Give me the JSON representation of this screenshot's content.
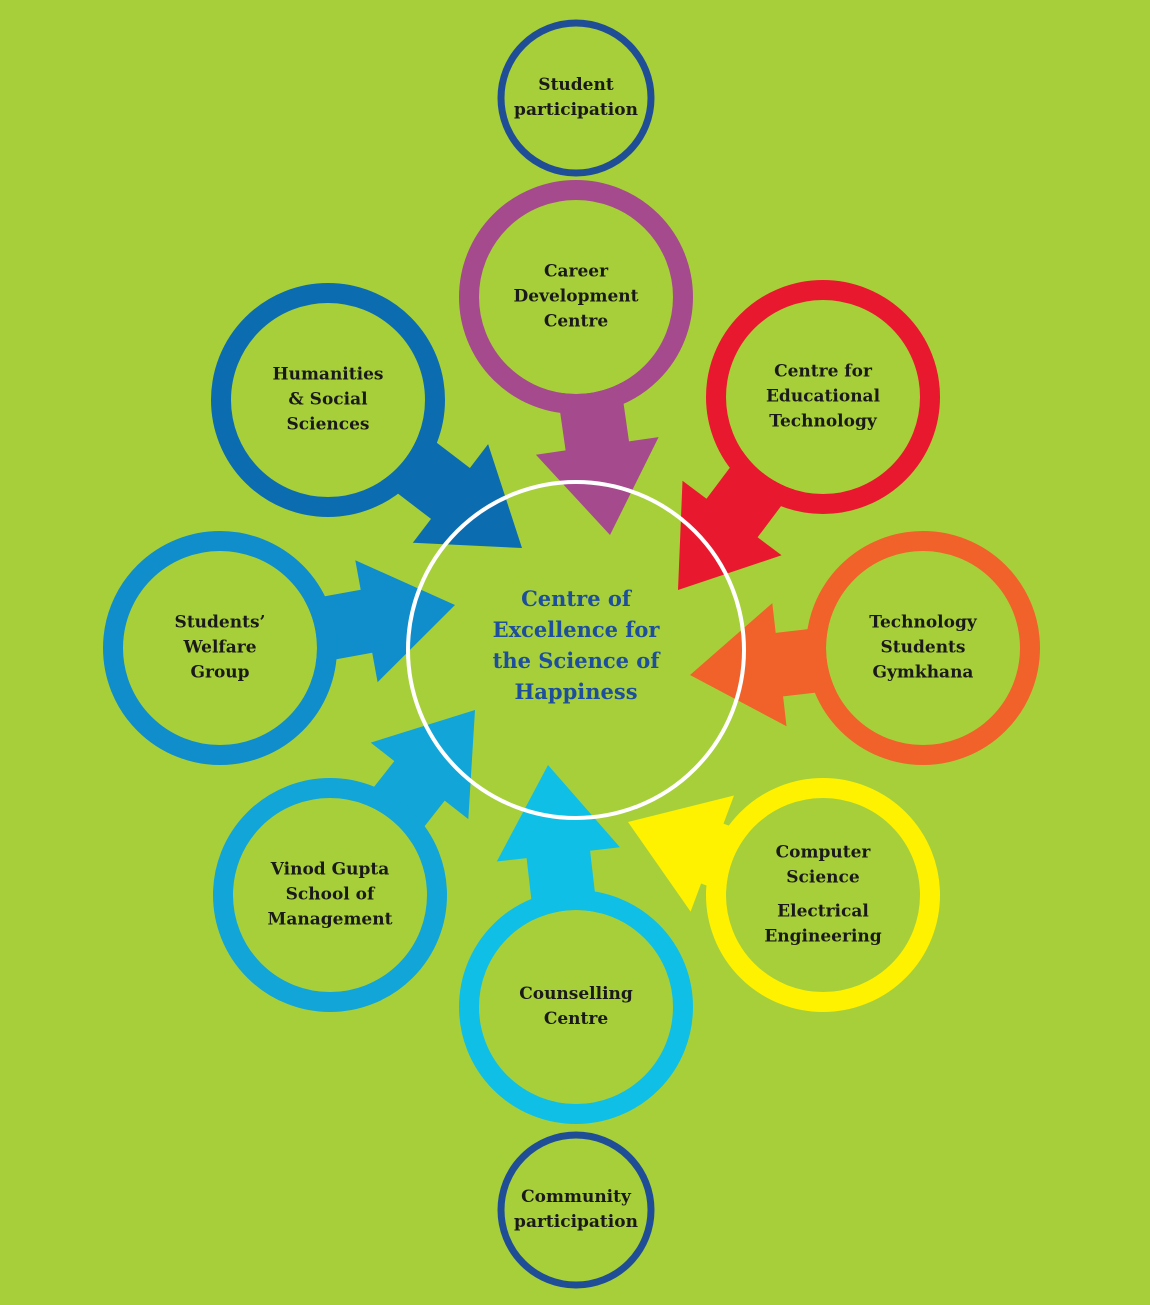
{
  "colors": {
    "background": "#a7cf3a",
    "center_ring": "#ffffff",
    "center_text": "#1d4f9c",
    "node_text": "#1a1a1a"
  },
  "center": {
    "lines": [
      "Centre of",
      "Excellence for",
      "the Science of",
      "Happiness"
    ]
  },
  "nodes": [
    {
      "id": "student-participation",
      "lines": [
        "Student",
        "participation"
      ],
      "color": "#1f4e96",
      "arrow": false
    },
    {
      "id": "career-development-centre",
      "lines": [
        "Career",
        "Development",
        "Centre"
      ],
      "color": "#a54a8c",
      "arrow": true
    },
    {
      "id": "centre-for-educational-technology",
      "lines": [
        "Centre for",
        "Educational",
        "Technology"
      ],
      "color": "#e8192e",
      "arrow": true
    },
    {
      "id": "technology-students-gymkhana",
      "lines": [
        "Technology",
        "Students",
        "Gymkhana"
      ],
      "color": "#f0622a",
      "arrow": true
    },
    {
      "id": "computer-science-electrical-engineering",
      "lines": [
        "Computer",
        "Science",
        "",
        "Electrical",
        "Engineering"
      ],
      "color": "#fff200",
      "arrow": true
    },
    {
      "id": "counselling-centre",
      "lines": [
        "Counselling",
        "Centre"
      ],
      "color": "#10bfe6",
      "arrow": true
    },
    {
      "id": "vinod-gupta-school-of-management",
      "lines": [
        "Vinod Gupta",
        "School of",
        "Management"
      ],
      "color": "#12a5d7",
      "arrow": true
    },
    {
      "id": "students-welfare-group",
      "lines": [
        "Students’",
        "Welfare",
        "Group"
      ],
      "color": "#0f8ecb",
      "arrow": true
    },
    {
      "id": "humanities-social-sciences",
      "lines": [
        "Humanities",
        "& Social",
        "Sciences"
      ],
      "color": "#0b6db0",
      "arrow": true
    },
    {
      "id": "community-participation",
      "lines": [
        "Community",
        "participation"
      ],
      "color": "#1f4e96",
      "arrow": false
    }
  ]
}
